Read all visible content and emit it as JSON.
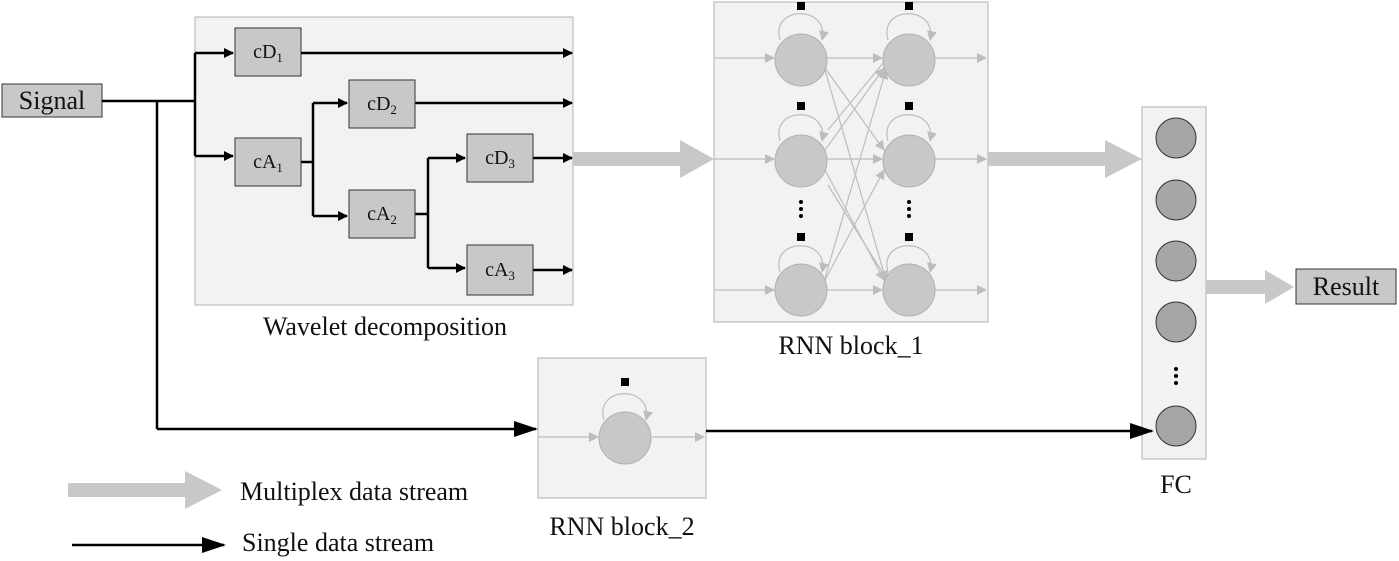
{
  "input": {
    "label": "Signal"
  },
  "output": {
    "label": "Result"
  },
  "wavelet": {
    "caption": "Wavelet decomposition",
    "nodes": [
      {
        "id": "cD1",
        "base": "cD",
        "sub": "1"
      },
      {
        "id": "cA1",
        "base": "cA",
        "sub": "1"
      },
      {
        "id": "cD2",
        "base": "cD",
        "sub": "2"
      },
      {
        "id": "cA2",
        "base": "cA",
        "sub": "2"
      },
      {
        "id": "cD3",
        "base": "cD",
        "sub": "3"
      },
      {
        "id": "cA3",
        "base": "cA",
        "sub": "3"
      }
    ]
  },
  "rnn1": {
    "caption": "RNN block_1"
  },
  "rnn2": {
    "caption": "RNN block_2"
  },
  "fc": {
    "caption": "FC"
  },
  "legend": {
    "multiplex": "Multiplex data stream",
    "single": "Single data stream"
  },
  "colors": {
    "panel_fill": "#f2f2f2",
    "panel_stroke": "#bdbdbd",
    "box_fill": "#c8c8c8",
    "neuron_fill": "#c8c8c8",
    "fc_neuron_fill": "#a6a6a6",
    "thick_arrow": "#c8c8c8",
    "thin_line": "#000000",
    "rnn_line": "#bdbdbd"
  }
}
